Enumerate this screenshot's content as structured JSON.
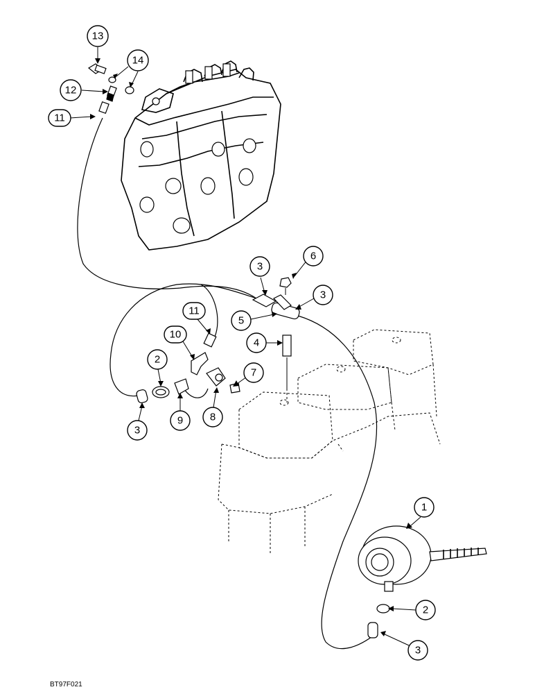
{
  "figure_code": "BT97F021",
  "callouts": {
    "c13": "13",
    "c14": "14",
    "c12": "12",
    "c11a": "11",
    "c3a": "3",
    "c6": "6",
    "c3b": "3",
    "c5": "5",
    "c11b": "11",
    "c10": "10",
    "c4": "4",
    "c2a": "2",
    "c7": "7",
    "c3c": "3",
    "c9": "9",
    "c8": "8",
    "c1": "1",
    "c2b": "2",
    "c3d": "3"
  }
}
